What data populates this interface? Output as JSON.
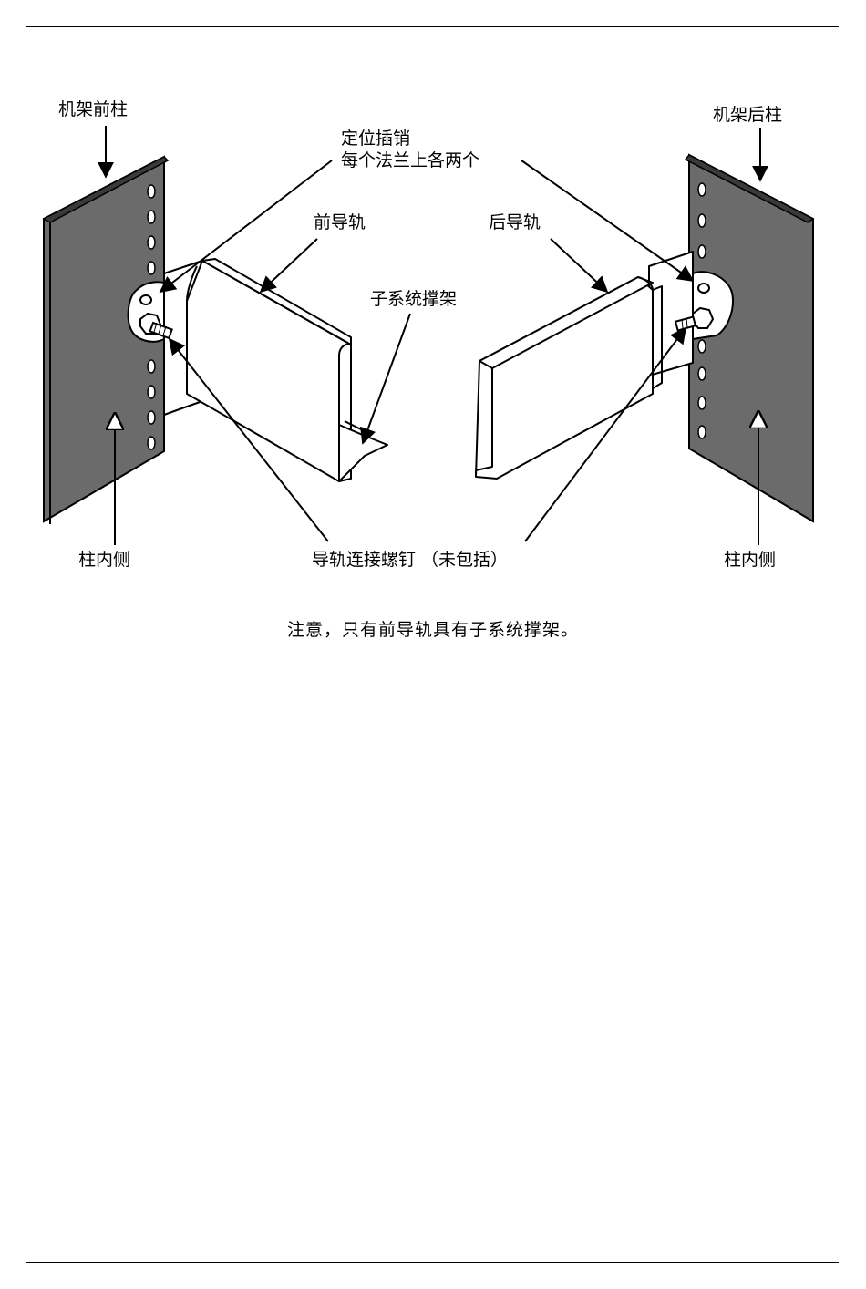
{
  "labels": {
    "front_post": "机架前柱",
    "rear_post": "机架后柱",
    "pin_line1": "定位插销",
    "pin_line2": "每个法兰上各两个",
    "front_rail": "前导轨",
    "rear_rail": "后导轨",
    "support": "子系统撑架",
    "inner_left": "柱内侧",
    "inner_right": "柱内侧",
    "screws": "导轨连接螺钉 （未包括）"
  },
  "note": "注意，只有前导轨具有子系统撑架。",
  "colors": {
    "post_fill": "#6b6b6b",
    "post_top": "#3a3a3a",
    "line": "#000000",
    "rail_fill": "#ffffff"
  }
}
